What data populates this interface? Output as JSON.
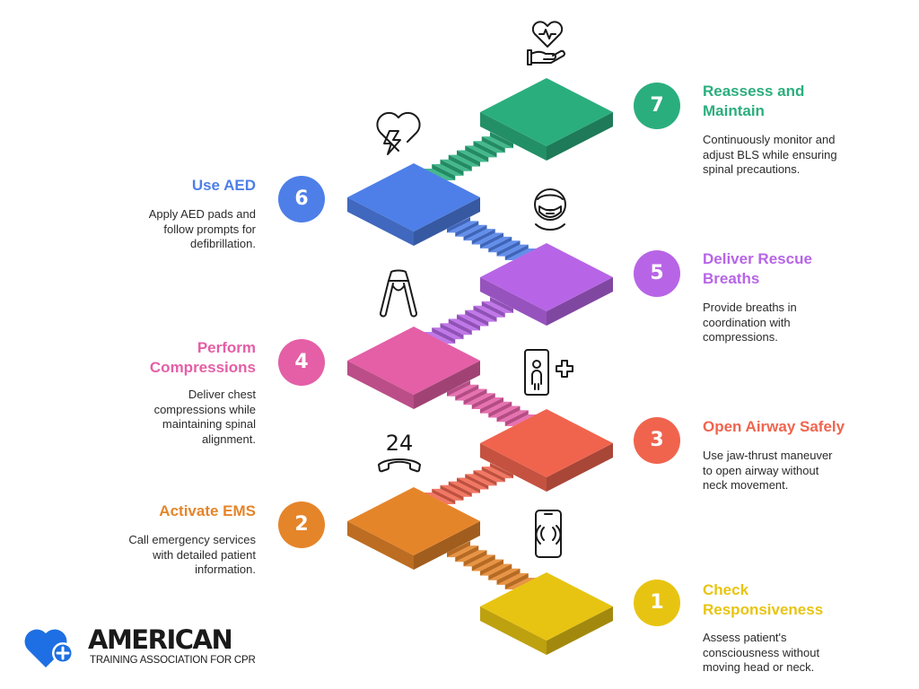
{
  "steps": [
    {
      "num": "1",
      "title": "Check\nResponsiveness",
      "desc": "Assess patient's\nconsciousness without\nmoving head or neck.",
      "color": "#E8C412",
      "icon": "phone-vibrate-icon"
    },
    {
      "num": "2",
      "title": "Activate EMS",
      "desc": "Call emergency services\nwith detailed patient\ninformation.",
      "color": "#E5852A",
      "icon": "phone-24-icon"
    },
    {
      "num": "3",
      "title": "Open Airway Safely",
      "desc": "Use jaw-thrust maneuver\nto open airway without\nneck movement.",
      "color": "#F0644E",
      "icon": "stretcher-medical-icon"
    },
    {
      "num": "4",
      "title": "Perform\nCompressions",
      "desc": "Deliver chest\ncompressions while\nmaintaining spinal\nalignment.",
      "color": "#E45FA6",
      "icon": "hand-grip-icon"
    },
    {
      "num": "5",
      "title": "Deliver Rescue\nBreaths",
      "desc": "Provide breaths in\ncoordination with\ncompressions.",
      "color": "#B765E6",
      "icon": "face-mask-icon"
    },
    {
      "num": "6",
      "title": "Use AED",
      "desc": "Apply AED pads and\nfollow prompts for\ndefibrillation.",
      "color": "#4E7FE8",
      "icon": "heart-lightning-icon"
    },
    {
      "num": "7",
      "title": "Reassess and\nMaintain",
      "desc": "Continuously monitor and\nadjust BLS while ensuring\nspinal precautions.",
      "color": "#2BAE7D",
      "icon": "hand-heart-icon"
    }
  ],
  "brand": {
    "name": "AMERICAN",
    "subtitle": "TRAINING ASSOCIATION FOR CPR",
    "color": "#1E6FE3",
    "icon": "heart-plus-logo-icon"
  },
  "icons": {
    "24_label": "24"
  }
}
